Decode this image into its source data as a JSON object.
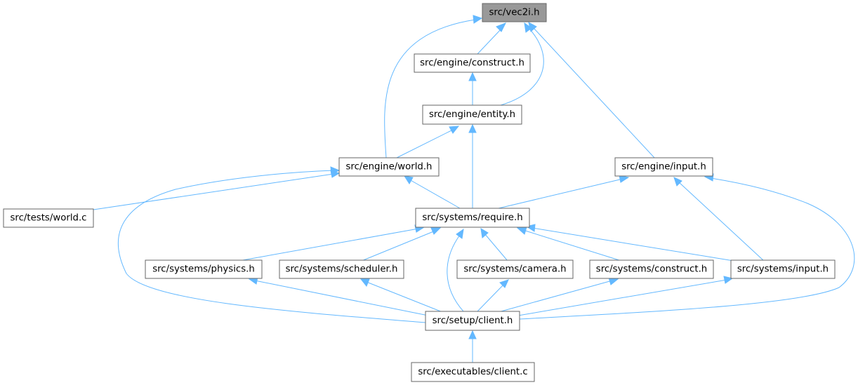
{
  "diagram": {
    "nodes": {
      "vec2i": "src/vec2i.h",
      "construct": "src/engine/construct.h",
      "entity": "src/engine/entity.h",
      "world": "src/engine/world.h",
      "input": "src/engine/input.h",
      "tests_world": "src/tests/world.c",
      "require": "src/systems/require.h",
      "physics": "src/systems/physics.h",
      "scheduler": "src/systems/scheduler.h",
      "camera": "src/systems/camera.h",
      "sys_construct": "src/systems/construct.h",
      "sys_input": "src/systems/input.h",
      "client_h": "src/setup/client.h",
      "client_c": "src/executables/client.c"
    },
    "edges": [
      {
        "from": "construct",
        "to": "vec2i"
      },
      {
        "from": "entity",
        "to": "vec2i"
      },
      {
        "from": "world",
        "to": "vec2i"
      },
      {
        "from": "input",
        "to": "vec2i"
      },
      {
        "from": "entity",
        "to": "construct"
      },
      {
        "from": "world",
        "to": "entity"
      },
      {
        "from": "require",
        "to": "entity"
      },
      {
        "from": "tests_world",
        "to": "world"
      },
      {
        "from": "require",
        "to": "world"
      },
      {
        "from": "client_h",
        "to": "world"
      },
      {
        "from": "require",
        "to": "input"
      },
      {
        "from": "sys_input",
        "to": "input"
      },
      {
        "from": "client_h",
        "to": "input"
      },
      {
        "from": "physics",
        "to": "require"
      },
      {
        "from": "scheduler",
        "to": "require"
      },
      {
        "from": "camera",
        "to": "require"
      },
      {
        "from": "sys_construct",
        "to": "require"
      },
      {
        "from": "sys_input",
        "to": "require"
      },
      {
        "from": "client_h",
        "to": "require"
      },
      {
        "from": "client_h",
        "to": "physics"
      },
      {
        "from": "client_h",
        "to": "scheduler"
      },
      {
        "from": "client_h",
        "to": "camera"
      },
      {
        "from": "client_h",
        "to": "sys_construct"
      },
      {
        "from": "client_h",
        "to": "sys_input"
      },
      {
        "from": "client_c",
        "to": "client_h"
      }
    ]
  }
}
